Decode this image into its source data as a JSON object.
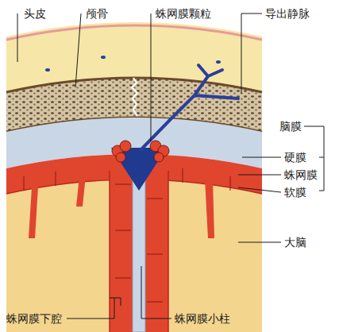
{
  "diagram": {
    "labels": [
      "头皮",
      "颅骨",
      "蛛网膜颗粒",
      "导出静脉",
      "脑膜",
      "硬膜",
      "蛛网膜",
      "软膜",
      "大脑",
      "蛛网膜下腔",
      "蛛网膜小柱"
    ]
  }
}
